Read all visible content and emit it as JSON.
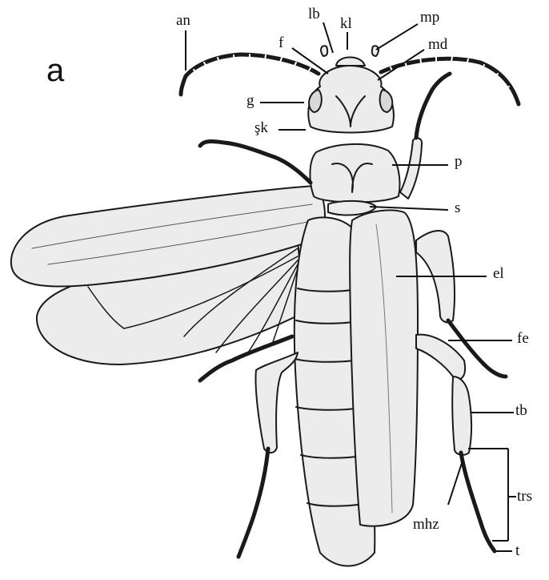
{
  "figure": {
    "panel_label": "a",
    "labels": {
      "an": "an",
      "lb": "lb",
      "kl": "kl",
      "mp": "mp",
      "f": "f",
      "md": "md",
      "g": "g",
      "sk": "şk",
      "p": "p",
      "s": "s",
      "el": "el",
      "fe": "fe",
      "tb": "tb",
      "trs": "trs",
      "mhz": "mhz",
      "t": "t"
    }
  }
}
